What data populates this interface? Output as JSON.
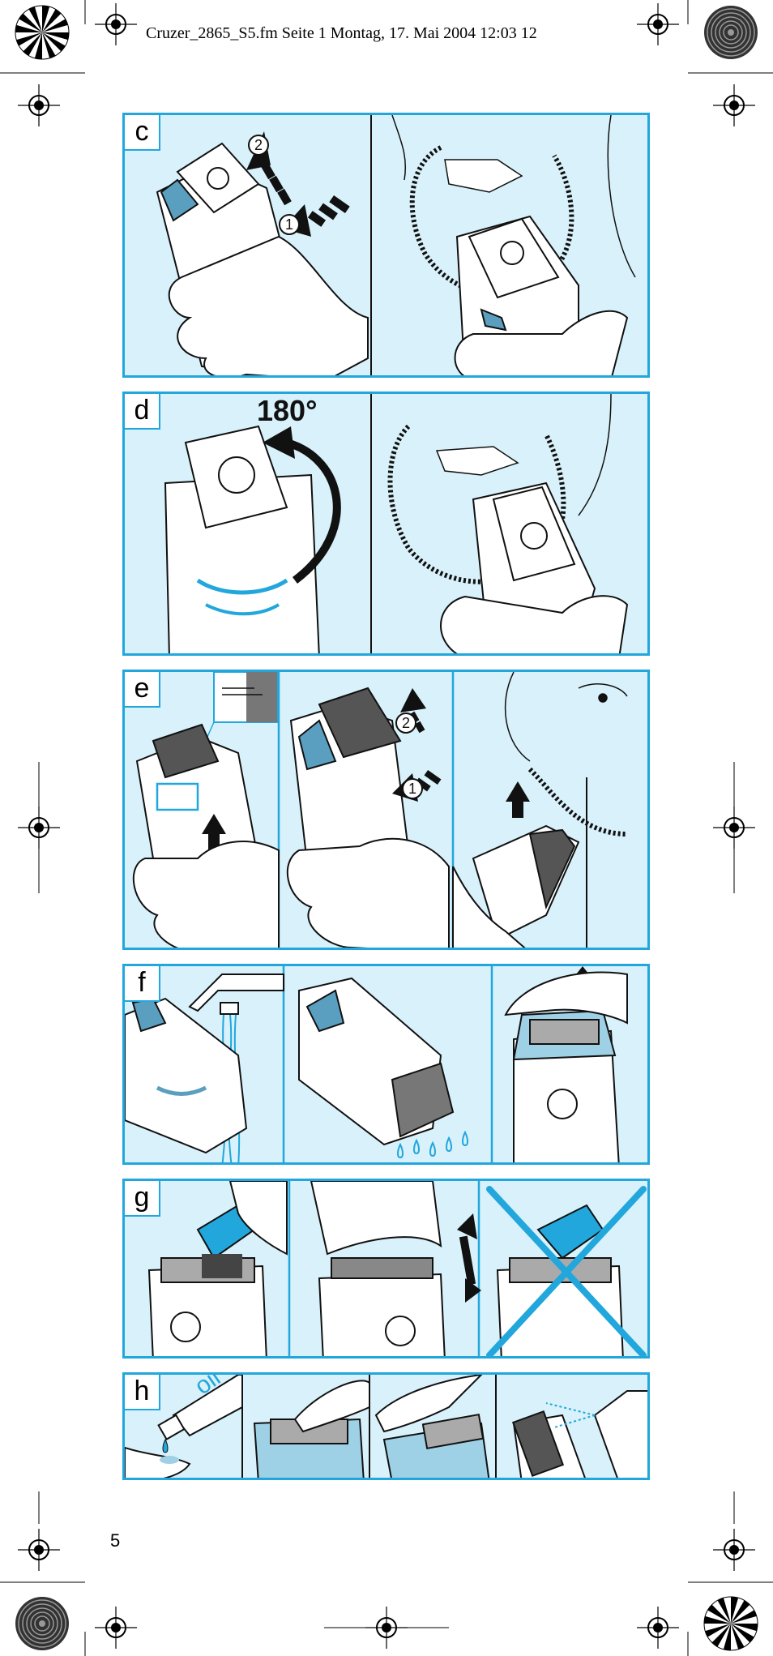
{
  "header": {
    "text": "Cruzer_2865_S5.fm  Seite 1  Montag, 17. Mai 2004  12:03 12"
  },
  "page": {
    "number": "5"
  },
  "colors": {
    "panel_bg": "#d8f1fa",
    "panel_border": "#22a7dd",
    "accent": "#22a7dd",
    "ink": "#111111"
  },
  "panels": [
    {
      "label": "c",
      "steps": [
        "1",
        "2"
      ]
    },
    {
      "label": "d",
      "angle": "180°"
    },
    {
      "label": "e",
      "steps": [
        "1",
        "2"
      ]
    },
    {
      "label": "f"
    },
    {
      "label": "g"
    },
    {
      "label": "h",
      "oil_text": "oil"
    }
  ]
}
